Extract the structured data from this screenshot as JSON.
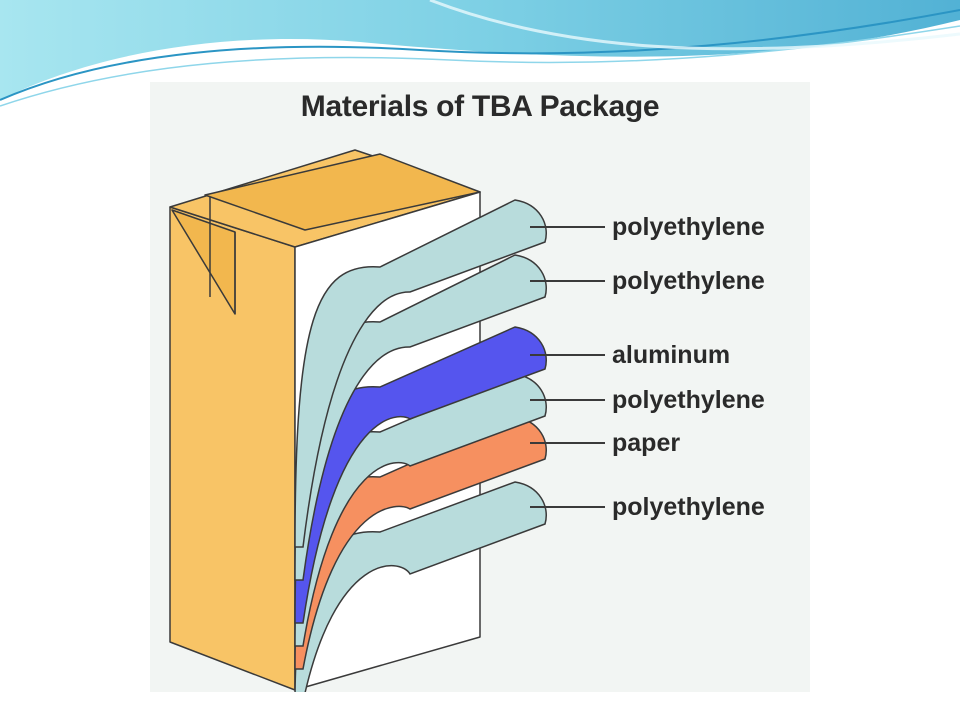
{
  "title": "Materials of TBA Package",
  "layers": [
    {
      "label": "polyethylene",
      "color": "#b8dcdc"
    },
    {
      "label": "polyethylene",
      "color": "#b8dcdc"
    },
    {
      "label": "aluminum",
      "color": "#5555ee"
    },
    {
      "label": "polyethylene",
      "color": "#b8dcdc"
    },
    {
      "label": "paper",
      "color": "#f69060"
    },
    {
      "label": "polyethylene",
      "color": "#b8dcdc"
    }
  ],
  "colors": {
    "carton": "#f8c466",
    "carton_edge": "#3a3a3a",
    "slide_swoosh": "#5bc4de"
  }
}
